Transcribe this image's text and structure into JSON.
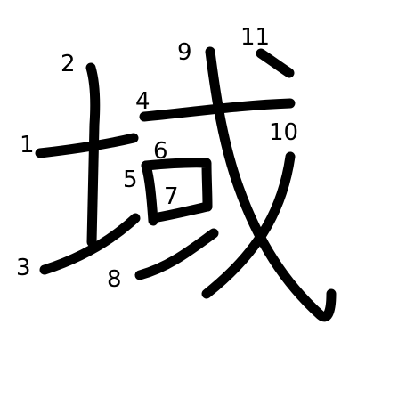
{
  "character": "域",
  "stroke_numbers": [
    "1",
    "2",
    "3",
    "4",
    "5",
    "6",
    "7",
    "8",
    "9",
    "10",
    "11"
  ],
  "colors": {
    "ink": "#000000",
    "background": "#ffffff"
  }
}
